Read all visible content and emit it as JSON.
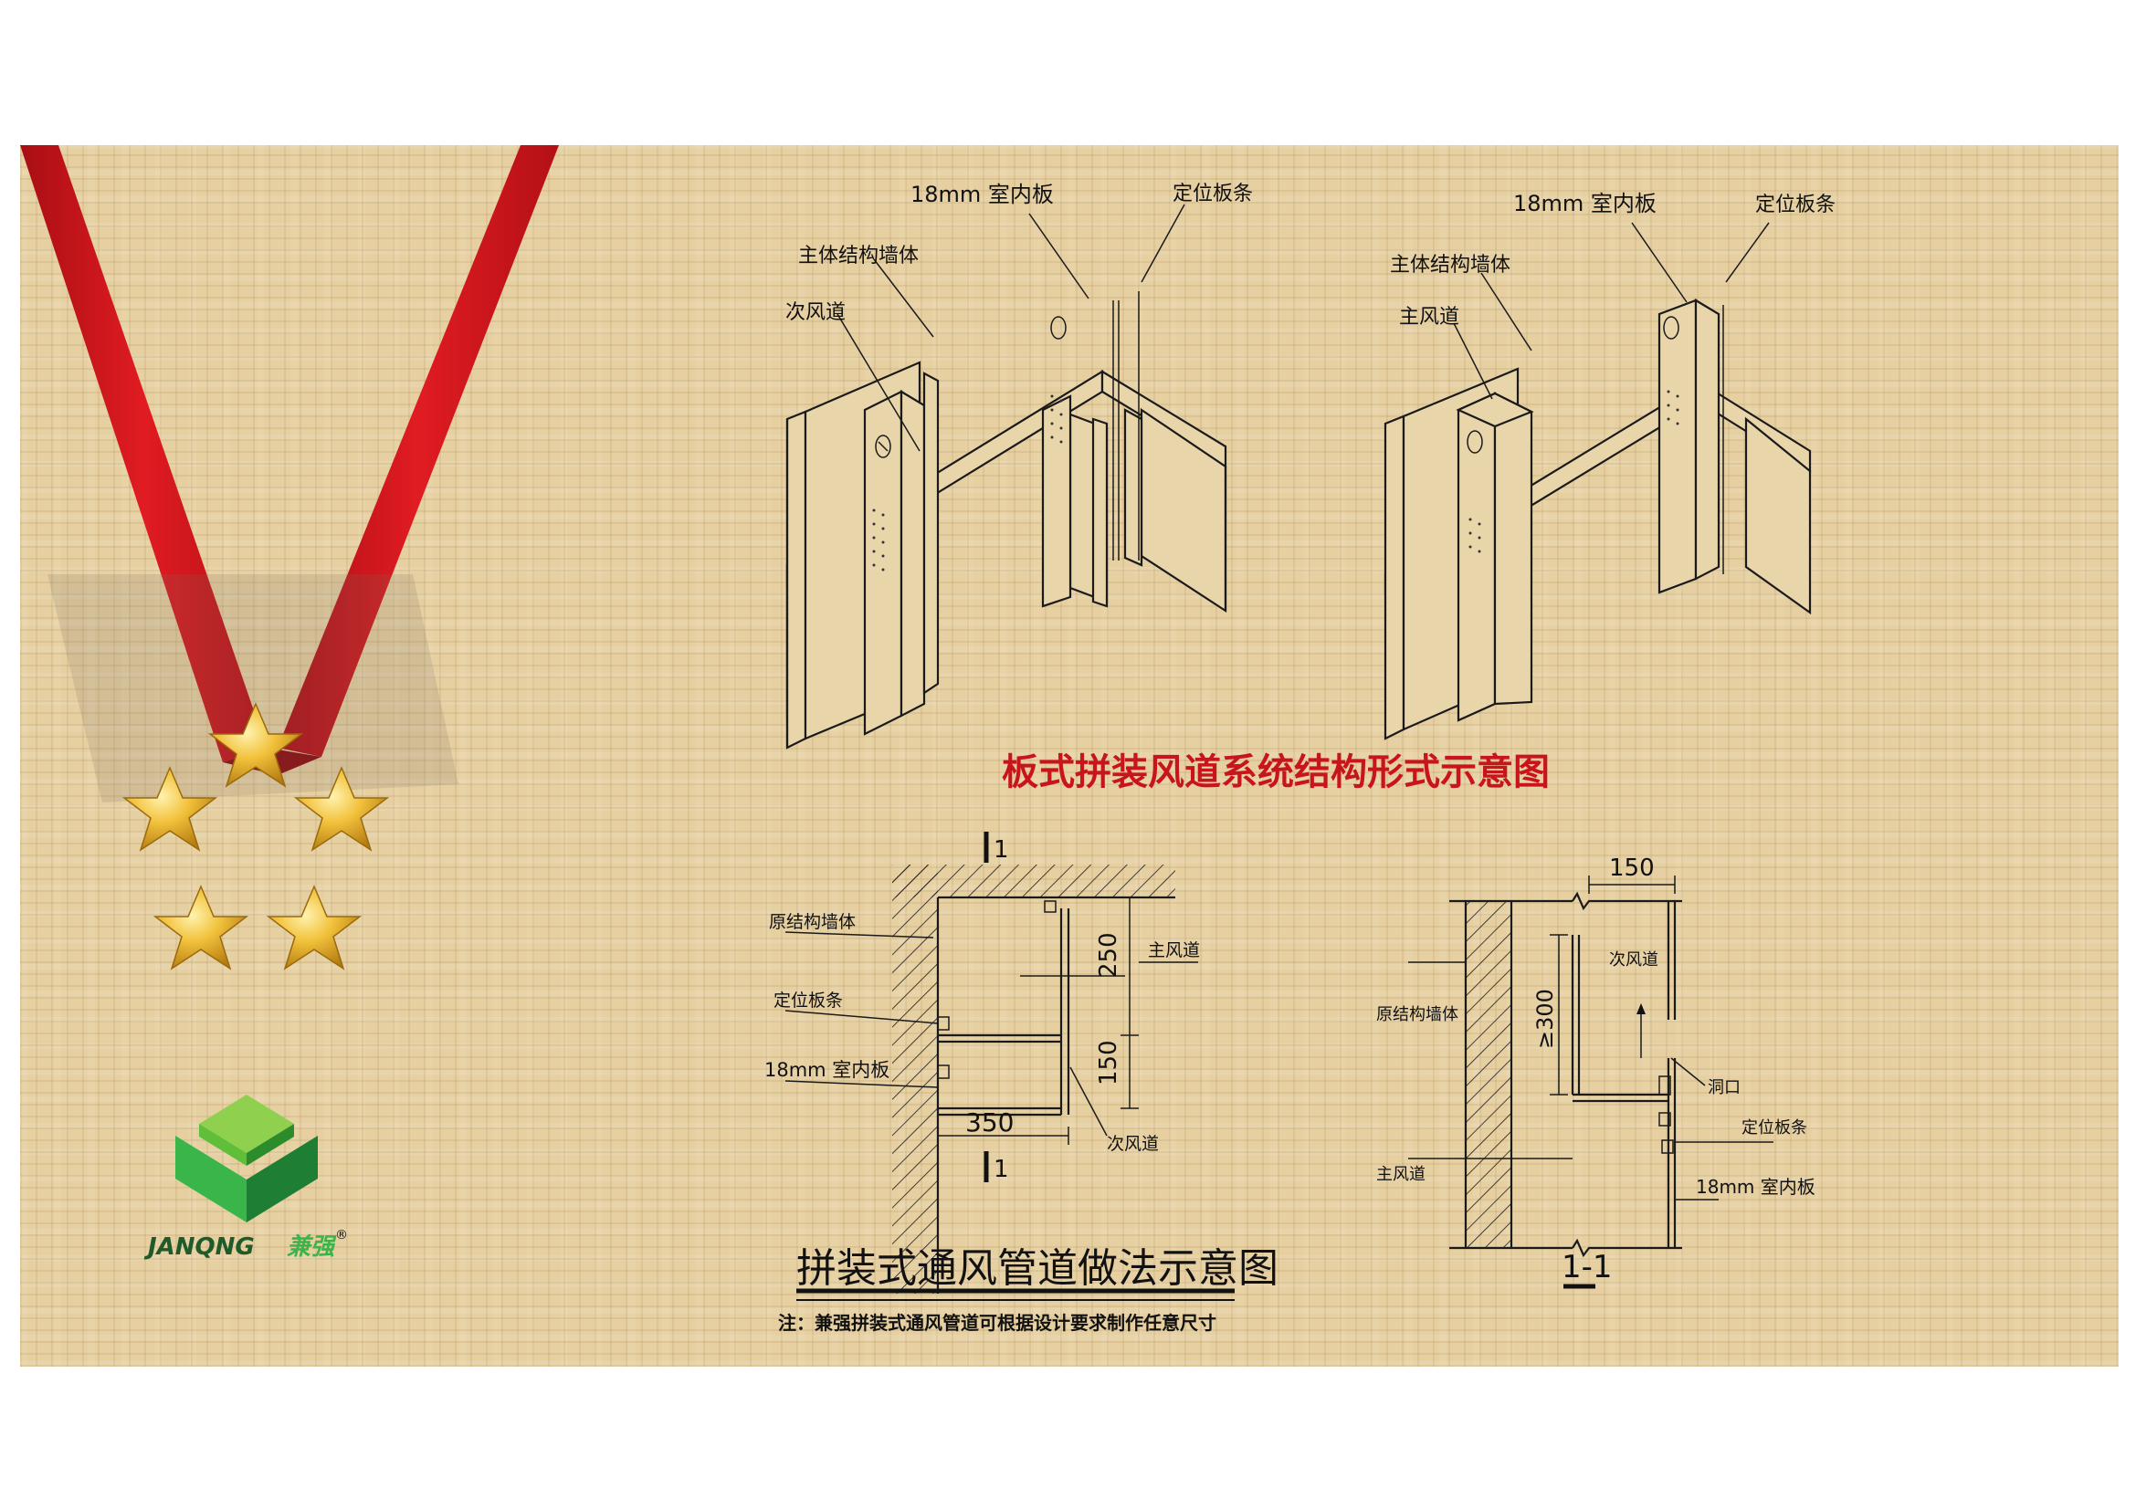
{
  "diagram_top": {
    "title": "板式拼装风道系统结构形式示意图",
    "left": {
      "label_board": "18mm 室内板",
      "label_strip": "定位板条",
      "label_wall": "主体结构墙体",
      "label_duct": "次风道"
    },
    "right": {
      "label_board": "18mm 室内板",
      "label_strip": "定位板条",
      "label_wall": "主体结构墙体",
      "label_duct": "主风道"
    }
  },
  "plan_section": {
    "title": "拼装式通风管道做法示意图",
    "note": "注：兼强拼装式通风管道可根据设计要求制作任意尺寸",
    "section_mark": "1",
    "label_wall": "原结构墙体",
    "label_strip": "定位板条",
    "label_board": "18mm 室内板",
    "label_main_duct": "主风道",
    "label_sub_duct": "次风道",
    "dim_250": "250",
    "dim_150": "150",
    "dim_350": "350"
  },
  "elevation_section": {
    "title": "1-1",
    "dim_150": "150",
    "dim_300": "≥300",
    "label_sub_duct": "次风道",
    "label_wall": "原结构墙体",
    "label_opening": "洞口",
    "label_strip": "定位板条",
    "label_main_duct": "主风道",
    "label_board": "18mm 室内板"
  },
  "brand": {
    "name_en": "JANQNG",
    "name_cn": "兼强",
    "registered": "®"
  },
  "colors": {
    "background": "#e6cfa0",
    "ribbon": "#d4161c",
    "star": "#e8b630",
    "logo_green": "#39b54a",
    "title_red": "#c8141c"
  }
}
